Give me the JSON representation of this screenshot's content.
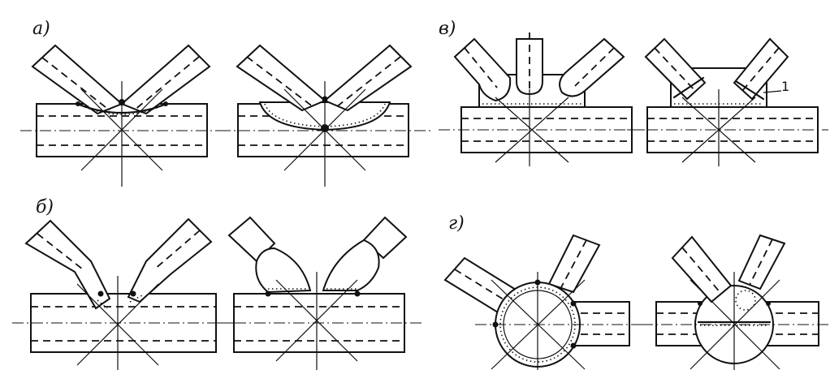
{
  "figure": {
    "labels": {
      "a": "а)",
      "b": "б)",
      "v": "в)",
      "g": "г)"
    },
    "callout": "1"
  }
}
